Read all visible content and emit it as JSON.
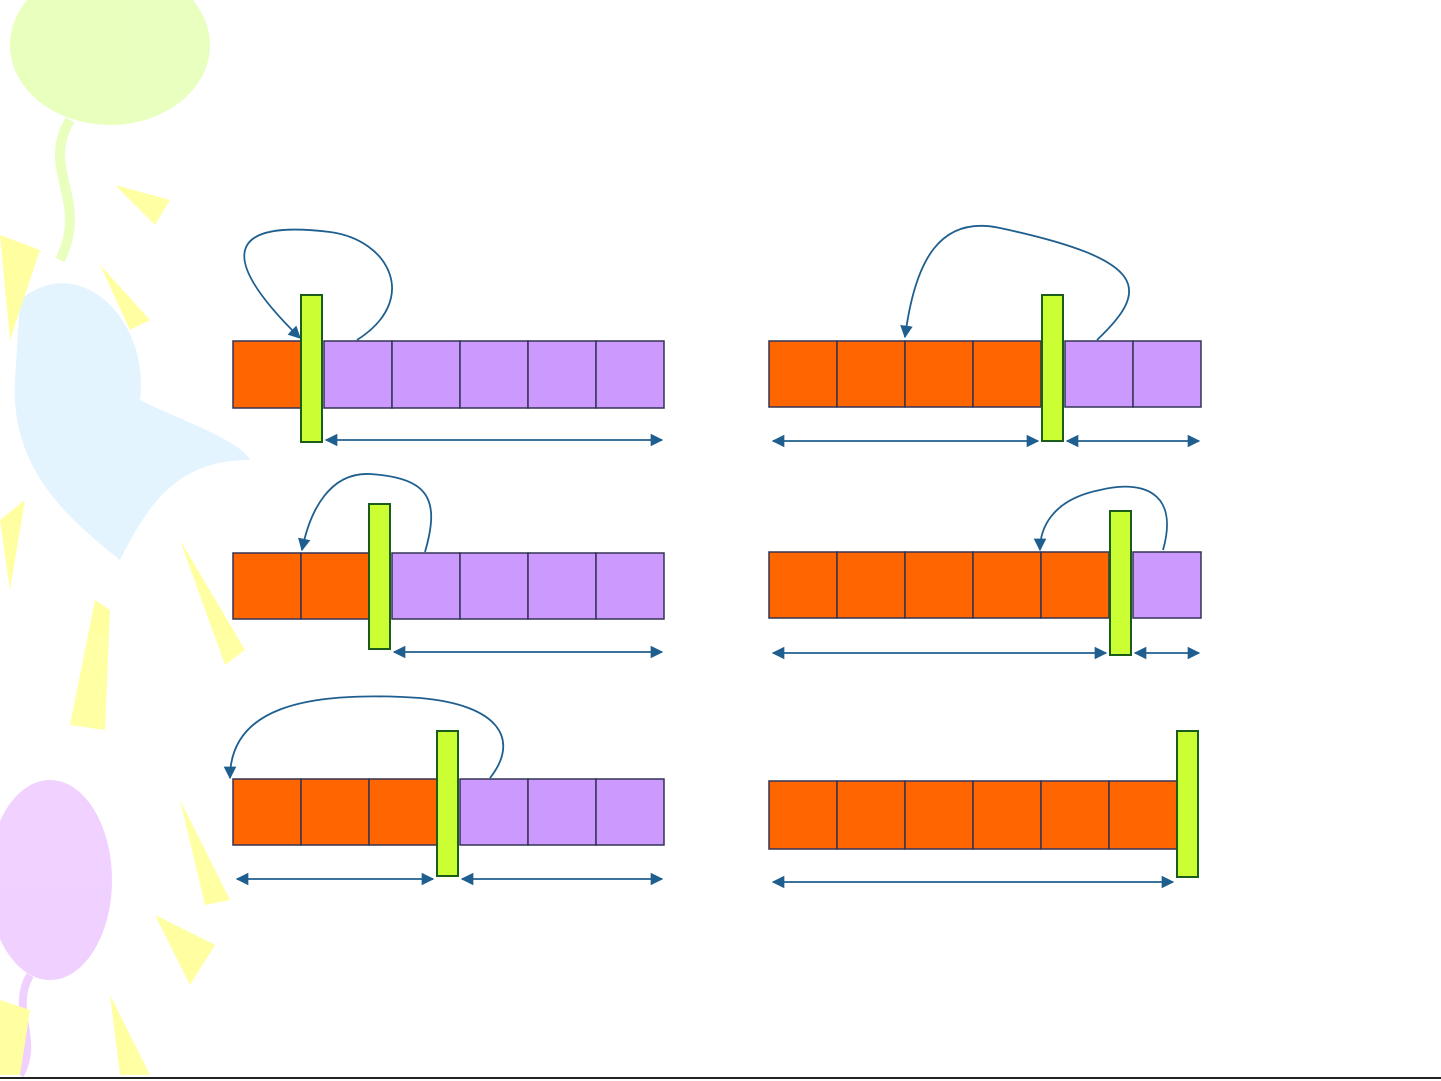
{
  "colors": {
    "sorted": "#ff6600",
    "unsorted": "#cc99ff",
    "divider": "#ccff33",
    "divider_border": "#1a5c1a",
    "cell_border": "#333355",
    "arrow": "#1f5f8f"
  },
  "decorations": {
    "balloon_green": "#e6ffb8",
    "balloon_blue": "#d6efff",
    "balloon_pink": "#efccff",
    "confetti_yellow": "#ffff99",
    "confetti_blue": "#cce9ff"
  },
  "steps": [
    {
      "id": "step-1",
      "sorted_count": 1,
      "unsorted_count": 5
    },
    {
      "id": "step-2",
      "sorted_count": 2,
      "unsorted_count": 4
    },
    {
      "id": "step-3",
      "sorted_count": 3,
      "unsorted_count": 3
    },
    {
      "id": "step-4",
      "sorted_count": 4,
      "unsorted_count": 2
    },
    {
      "id": "step-5",
      "sorted_count": 5,
      "unsorted_count": 1
    },
    {
      "id": "step-6",
      "sorted_count": 6,
      "unsorted_count": 0
    }
  ]
}
